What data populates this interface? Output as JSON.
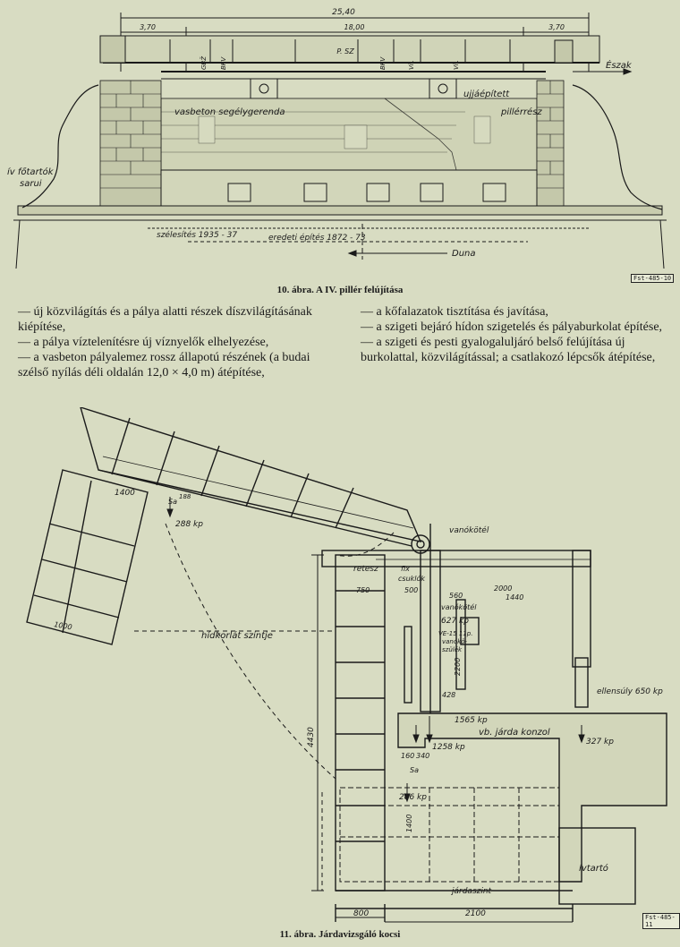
{
  "figure10": {
    "caption": "10. ábra. A IV. pillér felújítása",
    "stamp": "Fst-485-10",
    "dims": {
      "total": "25,40",
      "left": "3,70",
      "middle": "18,00",
      "right": "3,70",
      "jar_left": "GBŽ",
      "bkv_left": "BKV",
      "psz": "P. SZ",
      "bkv_right": "BKV",
      "vil_1": "Víl.",
      "vil_2": "Víl."
    },
    "labels": {
      "eszak": "Észak",
      "vasbeton": "vasbeton segélygerenda",
      "ujjaepitett": "ujjáépített",
      "pillerresz": "pillérrész",
      "iv_fotartok": "ív főtartók",
      "saruí": "sarui",
      "szelesites": "szélesítés 1935 - 37",
      "eredeti": "eredeti építés 1872 - 73",
      "duna": "Duna"
    }
  },
  "text": {
    "left": [
      "— új közvilágítás és a pálya alatti részek díszvilágításának kiépítése,",
      "— a pálya víztelenítésre új víznyelők elhelyezése,",
      "— a vasbeton pályalemez rossz állapotú részének (a budai szélső nyílás déli oldalán 12,0 × 4,0 m) átépítése,"
    ],
    "right": [
      "— a kőfalazatok tisztítása és javítása,",
      "— a szigeti bejáró hídon szigetelés és pályaburkolat építése,",
      "— a szigeti és pesti gyalogaluljáró belső felújítása új burkolattal, közvilágítással; a csatlakozó lépcsők átépítése,"
    ]
  },
  "figure11": {
    "caption": "11. ábra. Járdavizsgáló kocsi",
    "stamp": "Fst-485-11",
    "labels": {
      "d1400": "1400",
      "d188": "188",
      "sa1": "Sa",
      "kp288": "288 kp",
      "d1000": "1000",
      "hidkorlat": "hídkorlát szintje",
      "vanokotel_top": "vanókötél",
      "retesz": "retesz",
      "fix": "fix",
      "csuklok": "csuklók",
      "d750": "750",
      "d500": "500",
      "d560": "560",
      "d2000": "2000",
      "d1440": "1440",
      "vanokotel": "vanókötél",
      "kp627": "627 kp",
      "ve": "VE-15 11p.",
      "vanokoszulek": "vanókö-",
      "szulek": "szülék",
      "d2200": "2200",
      "ellensuly": "ellensúly 650 kp",
      "d4430": "4430",
      "d428": "428",
      "kp1565": "1565 kp",
      "vbjarda": "vb. járda konzol",
      "kp327": "327 kp",
      "d160": "160",
      "d340": "340",
      "kp1258": "1258 kp",
      "sa2": "Sa",
      "kp286": "286 kp",
      "d1400b": "1400",
      "ivtarto": "ívtartó",
      "jardaszint": "járdaszint",
      "d800": "800",
      "d2100": "2100"
    }
  }
}
